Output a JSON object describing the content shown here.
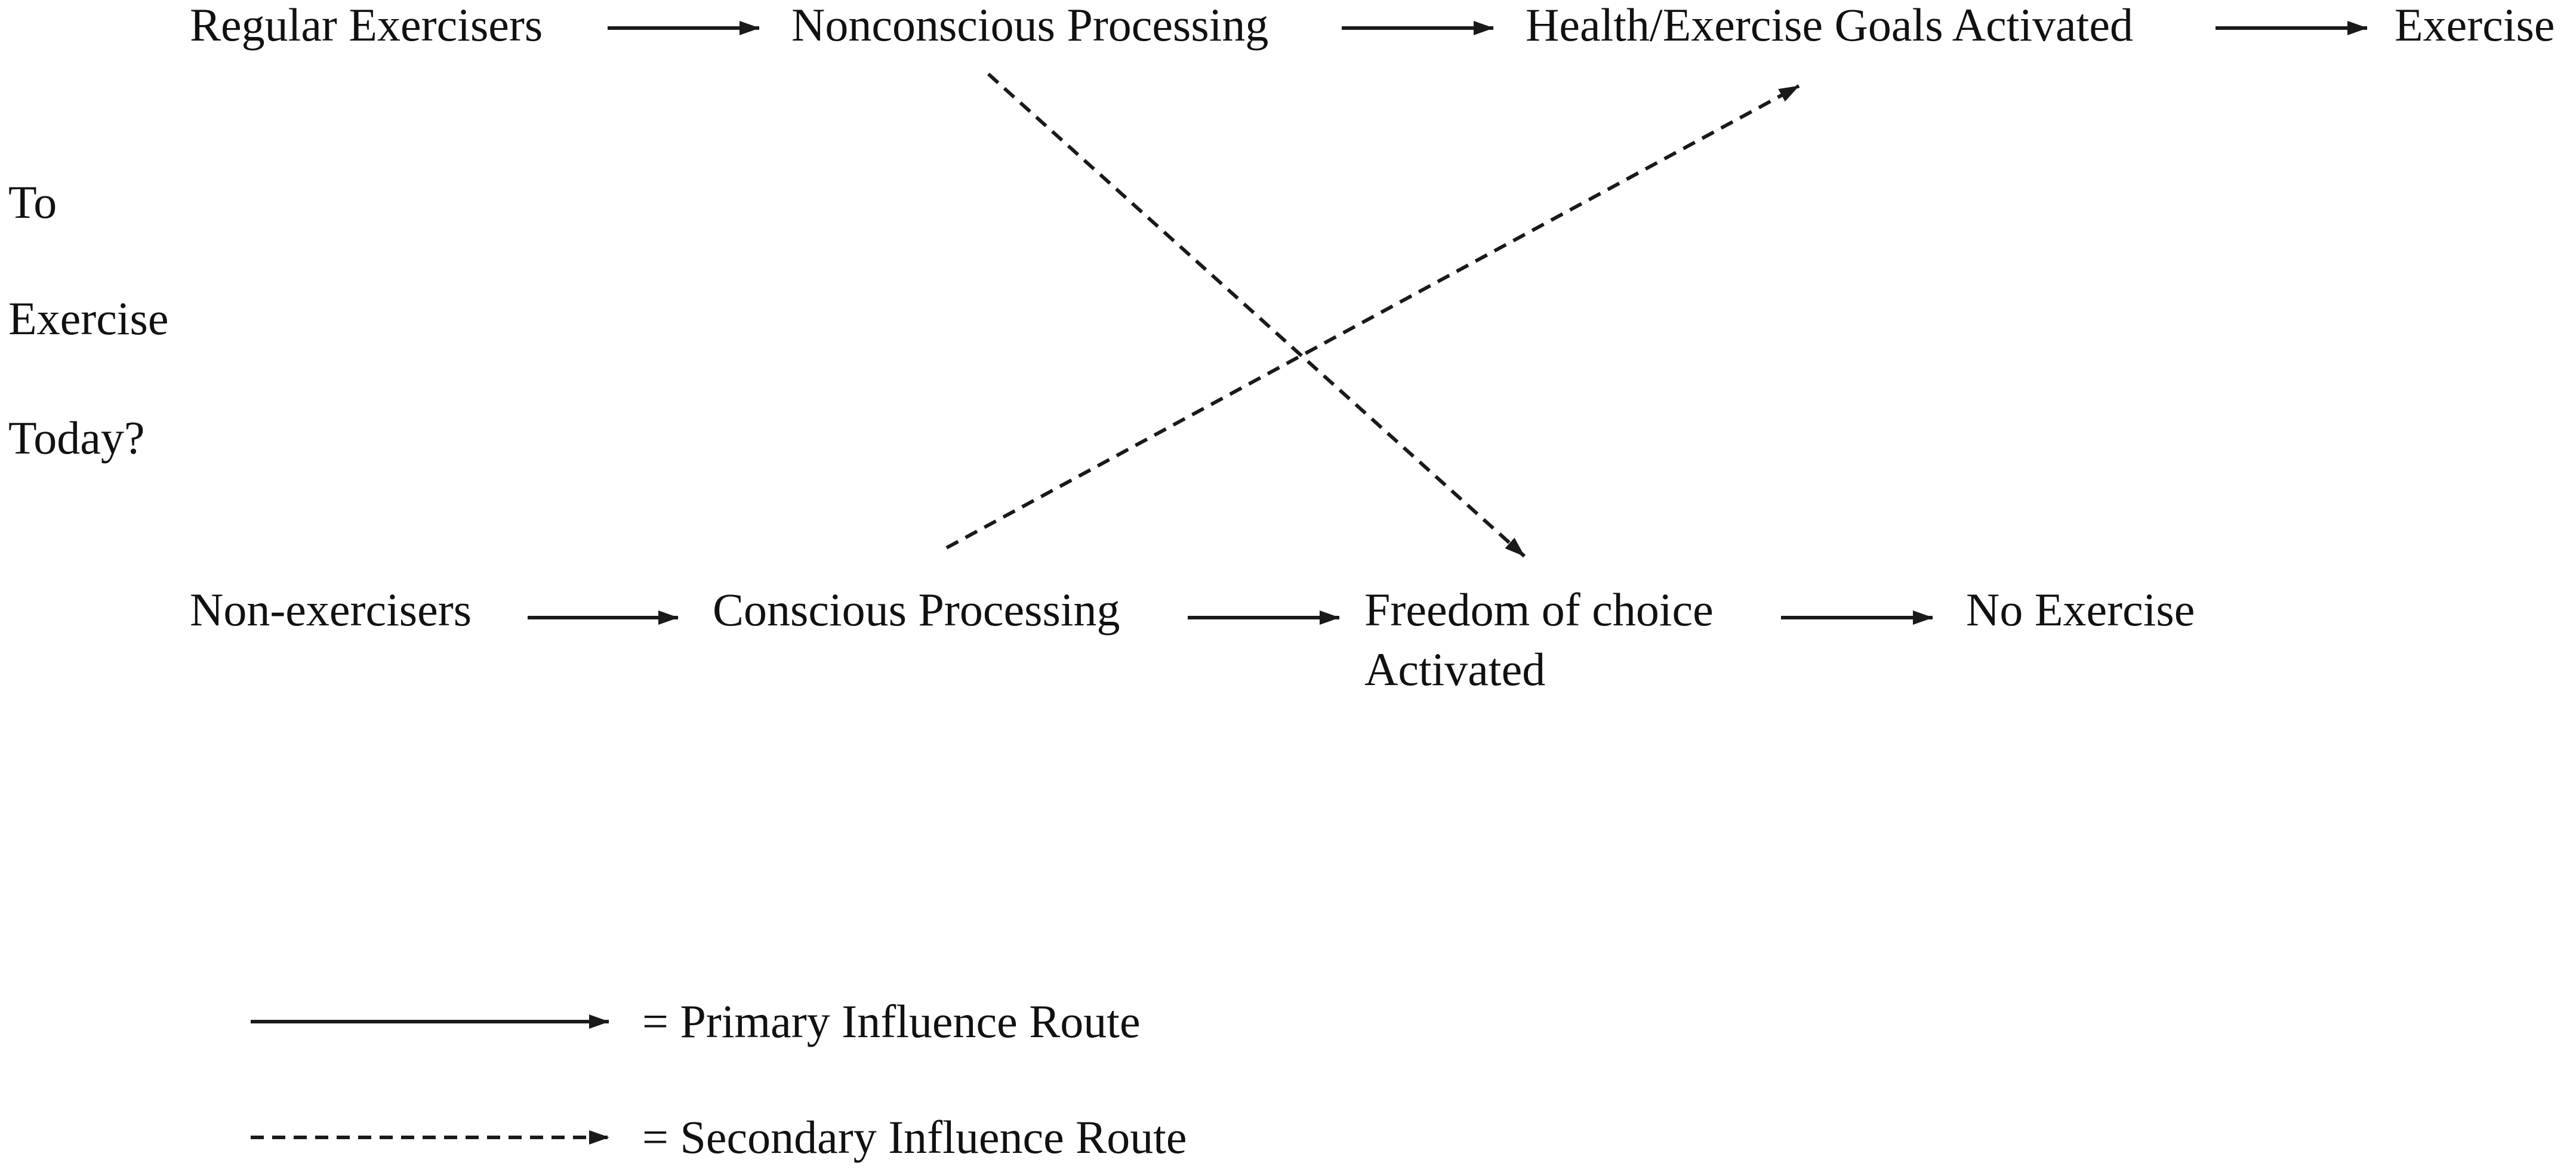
{
  "question": [
    "To",
    "Exercise",
    "Today?"
  ],
  "top_row": {
    "group": "Regular Exercisers",
    "processing": "Nonconscious Processing",
    "goal": "Health/Exercise Goals Activated",
    "outcome": "Exercise"
  },
  "bottom_row": {
    "group": "Non-exercisers",
    "processing": "Conscious Processing",
    "goal": [
      "Freedom of choice",
      "Activated"
    ],
    "outcome": "No Exercise"
  },
  "legend": {
    "primary": "= Primary Influence Route",
    "secondary": "= Secondary Influence Route"
  },
  "colors": {
    "text": "#111111",
    "arrow": "#1a1a1a",
    "background": "#ffffff"
  }
}
